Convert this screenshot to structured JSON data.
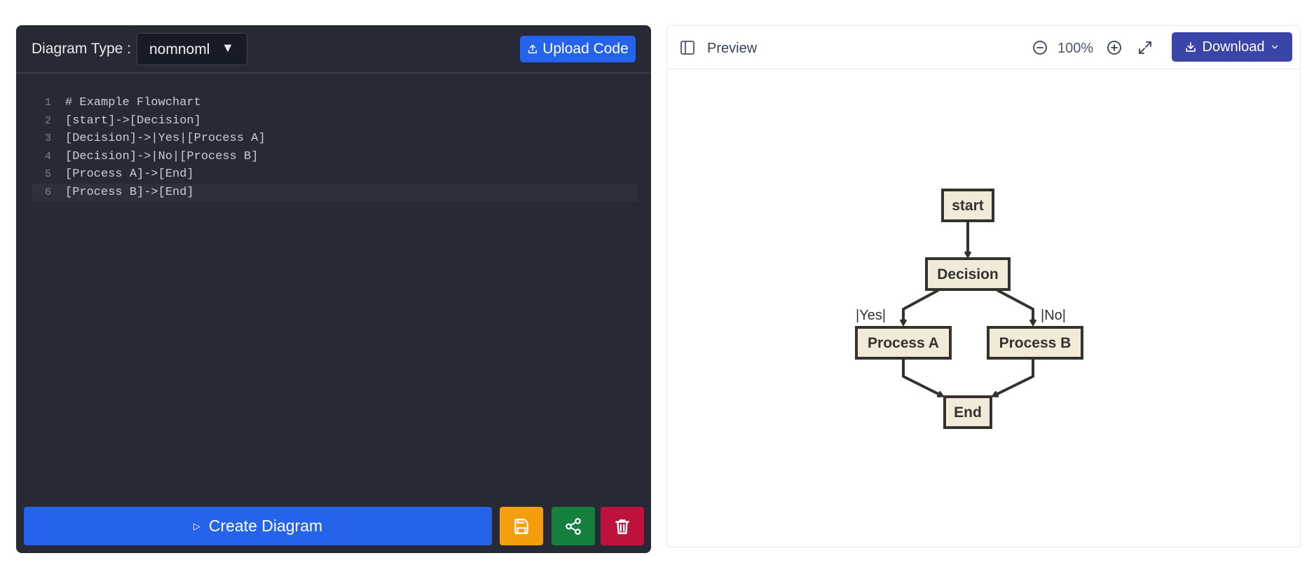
{
  "editor": {
    "diagram_type_label": "Diagram Type :",
    "diagram_type_value": "nomnoml",
    "upload_label": "Upload Code",
    "code_lines": [
      {
        "num": "1",
        "text": "# Example Flowchart"
      },
      {
        "num": "2",
        "text": "[start]->[Decision]"
      },
      {
        "num": "3",
        "text": "[Decision]->|Yes|[Process A]"
      },
      {
        "num": "4",
        "text": "[Decision]->|No|[Process B]"
      },
      {
        "num": "5",
        "text": "[Process A]->[End]"
      },
      {
        "num": "6",
        "text": "[Process B]->[End]"
      }
    ],
    "create_label": "Create Diagram"
  },
  "preview": {
    "title": "Preview",
    "zoom_level": "100%",
    "download_label": "Download"
  },
  "diagram": {
    "nodes": {
      "start": "start",
      "decision": "Decision",
      "process_a": "Process A",
      "process_b": "Process B",
      "end": "End"
    },
    "edges": {
      "yes": "|Yes|",
      "no": "|No|"
    }
  },
  "colors": {
    "editor_bg": "#272a35",
    "primary": "#2563eb",
    "save": "#f59e0b",
    "share": "#15803d",
    "delete": "#be123c",
    "download": "#3b45a8",
    "node_fill": "#f2ead8",
    "node_stroke": "#33322e"
  }
}
